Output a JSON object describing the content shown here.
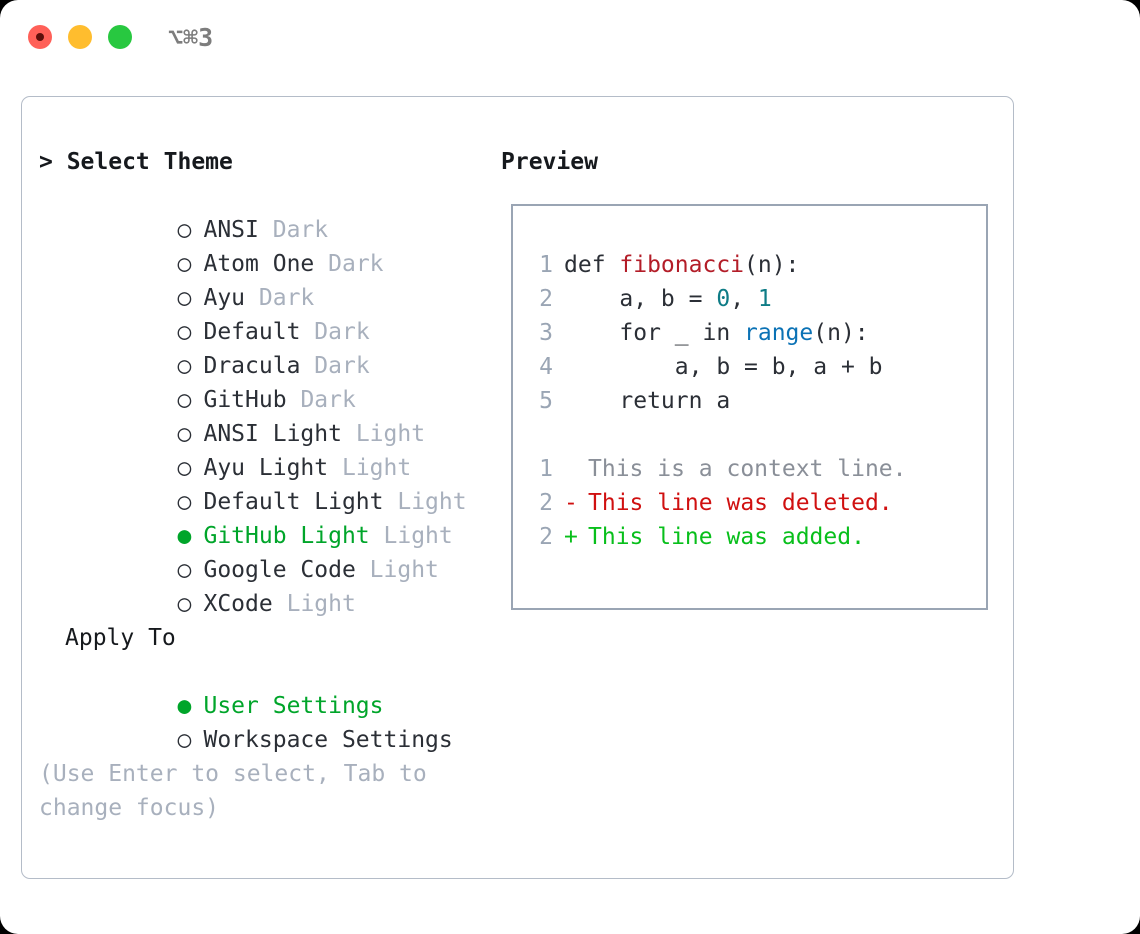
{
  "window": {
    "title": "⌥⌘3",
    "traffic_lights": [
      {
        "name": "close",
        "color": "#ff6058"
      },
      {
        "name": "minimize",
        "color": "#ffbd2e"
      },
      {
        "name": "zoom",
        "color": "#28c840"
      }
    ]
  },
  "theme_picker": {
    "heading": "> Select Theme",
    "selected_marker": "●",
    "unselected_marker": "○",
    "accent_color": "#00a52a",
    "items": [
      {
        "marker": "○",
        "name": "ANSI",
        "variant": "Dark",
        "selected": false
      },
      {
        "marker": "○",
        "name": "Atom One",
        "variant": "Dark",
        "selected": false
      },
      {
        "marker": "○",
        "name": "Ayu",
        "variant": "Dark",
        "selected": false
      },
      {
        "marker": "○",
        "name": "Default",
        "variant": "Dark",
        "selected": false
      },
      {
        "marker": "○",
        "name": "Dracula",
        "variant": "Dark",
        "selected": false
      },
      {
        "marker": "○",
        "name": "GitHub",
        "variant": "Dark",
        "selected": false
      },
      {
        "marker": "○",
        "name": "ANSI Light",
        "variant": "Light",
        "selected": false
      },
      {
        "marker": "○",
        "name": "Ayu Light",
        "variant": "Light",
        "selected": false
      },
      {
        "marker": "○",
        "name": "Default Light",
        "variant": "Light",
        "selected": false
      },
      {
        "marker": "●",
        "name": "GitHub Light",
        "variant": "Light",
        "selected": true
      },
      {
        "marker": "○",
        "name": "Google Code",
        "variant": "Light",
        "selected": false
      },
      {
        "marker": "○",
        "name": "XCode",
        "variant": "Light",
        "selected": false
      }
    ]
  },
  "apply_to": {
    "heading": "Apply To",
    "items": [
      {
        "marker": "●",
        "name": "User Settings",
        "selected": true
      },
      {
        "marker": "○",
        "name": "Workspace Settings",
        "selected": false
      }
    ]
  },
  "hint": "(Use Enter to select, Tab to change focus)",
  "preview": {
    "heading": "Preview",
    "code": [
      {
        "lno": "1",
        "tokens": [
          {
            "t": "def ",
            "c": "plain"
          },
          {
            "t": "fibonacci",
            "c": "fn"
          },
          {
            "t": "(n):",
            "c": "plain"
          }
        ]
      },
      {
        "lno": "2",
        "tokens": [
          {
            "t": "    a, b = ",
            "c": "plain"
          },
          {
            "t": "0",
            "c": "num"
          },
          {
            "t": ", ",
            "c": "plain"
          },
          {
            "t": "1",
            "c": "num"
          }
        ]
      },
      {
        "lno": "3",
        "tokens": [
          {
            "t": "    for _ in ",
            "c": "plain"
          },
          {
            "t": "range",
            "c": "call"
          },
          {
            "t": "(n):",
            "c": "plain"
          }
        ]
      },
      {
        "lno": "4",
        "tokens": [
          {
            "t": "        a, b = b, a + b",
            "c": "plain"
          }
        ]
      },
      {
        "lno": "5",
        "tokens": [
          {
            "t": "    return a",
            "c": "plain"
          }
        ]
      }
    ],
    "diff": [
      {
        "lno": "1",
        "mark": " ",
        "text": "This is a context line.",
        "kind": "ctx"
      },
      {
        "lno": "2",
        "mark": "-",
        "text": "This line was deleted.",
        "kind": "del"
      },
      {
        "lno": "2",
        "mark": "+",
        "text": "This line was added.",
        "kind": "add"
      }
    ]
  }
}
